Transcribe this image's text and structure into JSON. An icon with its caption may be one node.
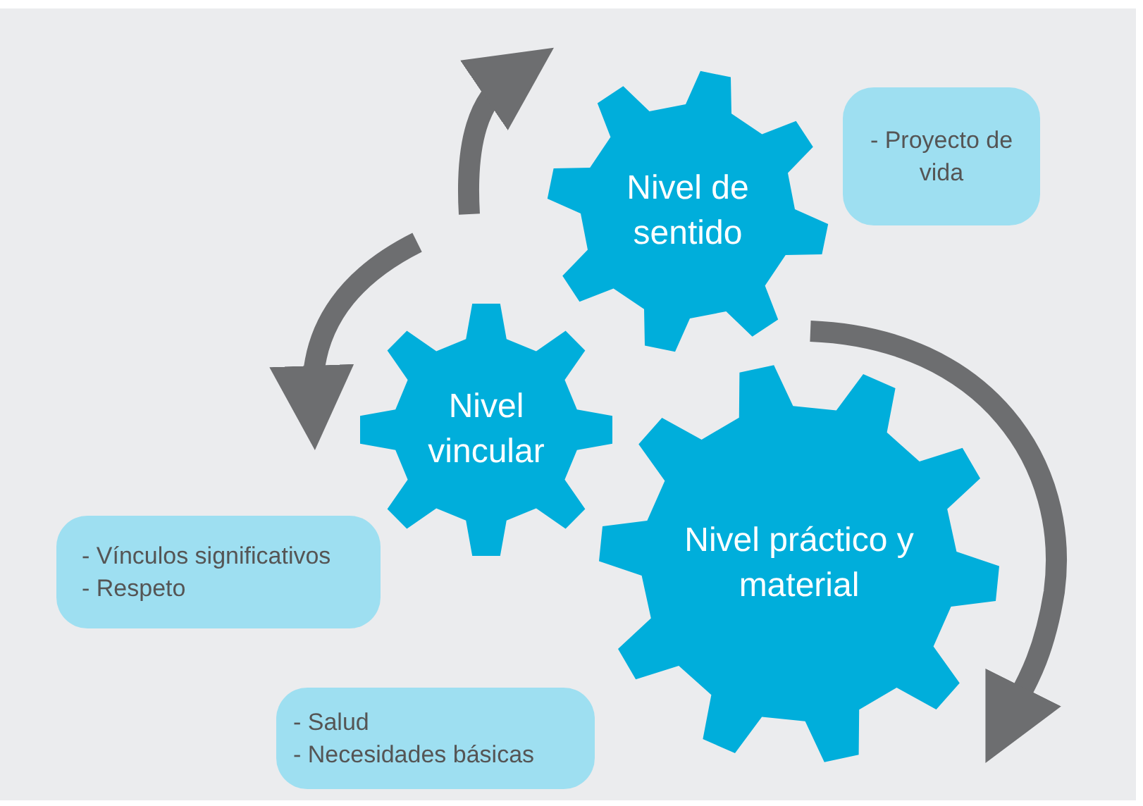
{
  "diagram": {
    "nodes": [
      {
        "text": [
          "Nivel de sentido"
        ]
      },
      {
        "text": [
          "- Proyecto de vida"
        ]
      },
      {
        "text": [
          "Nivel vincular"
        ]
      },
      {
        "text": [
          "Nivel práctico y material"
        ]
      },
      {
        "text": [
          "- Vínculos significativos",
          "- Respeto"
        ]
      },
      {
        "text": [
          "- Salud",
          "- Necesidades básicas"
        ]
      }
    ]
  }
}
